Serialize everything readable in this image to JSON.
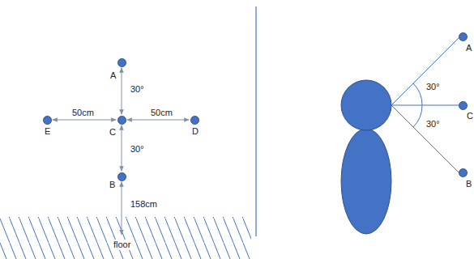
{
  "diagram": {
    "nodes": [
      {
        "text": [
          "A"
        ]
      },
      {
        "text": [
          "E"
        ]
      },
      {
        "text": [
          "C"
        ]
      },
      {
        "text": [
          "D"
        ]
      },
      {
        "text": [
          "B"
        ]
      },
      {
        "text": [
          "floor"
        ]
      },
      {
        "text": [
          "A"
        ]
      },
      {
        "text": [
          "C"
        ]
      },
      {
        "text": [
          "B"
        ]
      }
    ],
    "edges": [
      {
        "from": 2,
        "to": 0,
        "arrow": "both",
        "label": "30°"
      },
      {
        "from": 2,
        "to": 1,
        "arrow": "both",
        "label": "50cm"
      },
      {
        "from": 2,
        "to": 3,
        "arrow": "both",
        "label": "50cm"
      },
      {
        "from": 2,
        "to": 4,
        "arrow": "both",
        "label": "30°"
      },
      {
        "from": 4,
        "to": 5,
        "arrow": "both",
        "label": "158cm"
      }
    ],
    "labels": [
      "30°",
      "30°"
    ]
  }
}
